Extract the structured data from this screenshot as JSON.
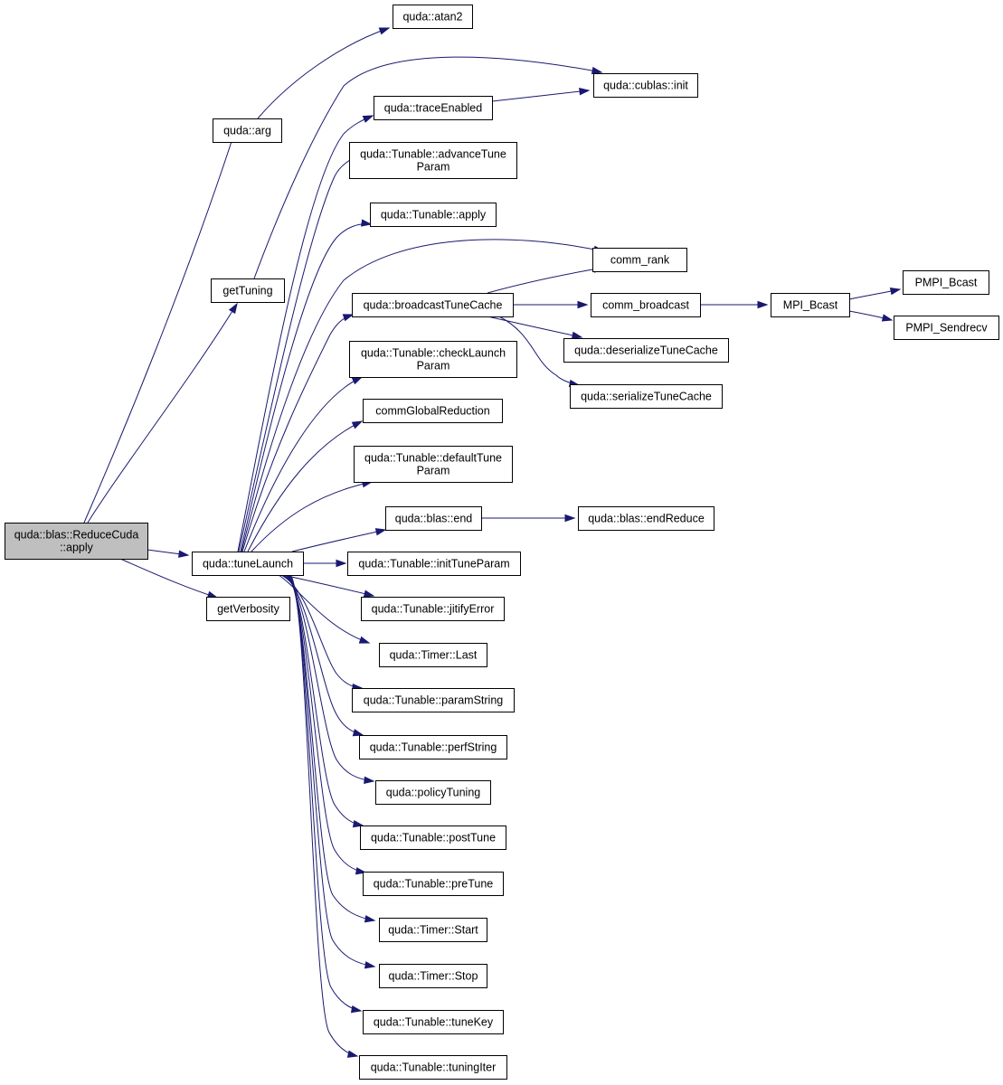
{
  "graph": {
    "root": "n_apply",
    "nodes": [
      {
        "id": "n_apply",
        "lines": [
          "quda::blas::ReduceCuda",
          "::apply"
        ],
        "highlight": true
      },
      {
        "id": "n_arg",
        "lines": [
          "quda::arg"
        ]
      },
      {
        "id": "n_atan2",
        "lines": [
          "quda::atan2"
        ]
      },
      {
        "id": "n_getTuning",
        "lines": [
          "getTuning"
        ]
      },
      {
        "id": "n_cublasinit",
        "lines": [
          "quda::cublas::init"
        ]
      },
      {
        "id": "n_tuneLaunch",
        "lines": [
          "quda::tuneLaunch"
        ]
      },
      {
        "id": "n_getVerbosity",
        "lines": [
          "getVerbosity"
        ]
      },
      {
        "id": "n_traceEnabled",
        "lines": [
          "quda::traceEnabled"
        ]
      },
      {
        "id": "n_advanceTuneParam",
        "lines": [
          "quda::Tunable::advanceTune",
          "Param"
        ]
      },
      {
        "id": "n_tunableApply",
        "lines": [
          "quda::Tunable::apply"
        ]
      },
      {
        "id": "n_broadcastTuneCache",
        "lines": [
          "quda::broadcastTuneCache"
        ]
      },
      {
        "id": "n_commRank",
        "lines": [
          "comm_rank"
        ]
      },
      {
        "id": "n_commBroadcast",
        "lines": [
          "comm_broadcast"
        ]
      },
      {
        "id": "n_mpiBcast",
        "lines": [
          "MPI_Bcast"
        ]
      },
      {
        "id": "n_pmpiBcast",
        "lines": [
          "PMPI_Bcast"
        ]
      },
      {
        "id": "n_pmpiSendrecv",
        "lines": [
          "PMPI_Sendrecv"
        ]
      },
      {
        "id": "n_deserialize",
        "lines": [
          "quda::deserializeTuneCache"
        ]
      },
      {
        "id": "n_serialize",
        "lines": [
          "quda::serializeTuneCache"
        ]
      },
      {
        "id": "n_checkLaunchParam",
        "lines": [
          "quda::Tunable::checkLaunch",
          "Param"
        ]
      },
      {
        "id": "n_commGlobalReduction",
        "lines": [
          "commGlobalReduction"
        ]
      },
      {
        "id": "n_defaultTuneParam",
        "lines": [
          "quda::Tunable::defaultTune",
          "Param"
        ]
      },
      {
        "id": "n_blasEnd",
        "lines": [
          "quda::blas::end"
        ]
      },
      {
        "id": "n_endReduce",
        "lines": [
          "quda::blas::endReduce"
        ]
      },
      {
        "id": "n_initTuneParam",
        "lines": [
          "quda::Tunable::initTuneParam"
        ]
      },
      {
        "id": "n_jitifyError",
        "lines": [
          "quda::Tunable::jitifyError"
        ]
      },
      {
        "id": "n_timerLast",
        "lines": [
          "quda::Timer::Last"
        ]
      },
      {
        "id": "n_paramString",
        "lines": [
          "quda::Tunable::paramString"
        ]
      },
      {
        "id": "n_perfString",
        "lines": [
          "quda::Tunable::perfString"
        ]
      },
      {
        "id": "n_policyTuning",
        "lines": [
          "quda::policyTuning"
        ]
      },
      {
        "id": "n_postTune",
        "lines": [
          "quda::Tunable::postTune"
        ]
      },
      {
        "id": "n_preTune",
        "lines": [
          "quda::Tunable::preTune"
        ]
      },
      {
        "id": "n_timerStart",
        "lines": [
          "quda::Timer::Start"
        ]
      },
      {
        "id": "n_timerStop",
        "lines": [
          "quda::Timer::Stop"
        ]
      },
      {
        "id": "n_tuneKey",
        "lines": [
          "quda::Tunable::tuneKey"
        ]
      },
      {
        "id": "n_tuningIter",
        "lines": [
          "quda::Tunable::tuningIter"
        ]
      }
    ],
    "edges": [
      {
        "from": "n_apply",
        "to": "n_arg"
      },
      {
        "from": "n_apply",
        "to": "n_getTuning"
      },
      {
        "from": "n_apply",
        "to": "n_tuneLaunch"
      },
      {
        "from": "n_apply",
        "to": "n_getVerbosity"
      },
      {
        "from": "n_arg",
        "to": "n_atan2"
      },
      {
        "from": "n_getTuning",
        "to": "n_cublasinit"
      },
      {
        "from": "n_traceEnabled",
        "to": "n_cublasinit"
      },
      {
        "from": "n_tuneLaunch",
        "to": "n_traceEnabled"
      },
      {
        "from": "n_tuneLaunch",
        "to": "n_advanceTuneParam"
      },
      {
        "from": "n_tuneLaunch",
        "to": "n_tunableApply"
      },
      {
        "from": "n_tuneLaunch",
        "to": "n_commRank"
      },
      {
        "from": "n_tuneLaunch",
        "to": "n_broadcastTuneCache"
      },
      {
        "from": "n_tuneLaunch",
        "to": "n_checkLaunchParam"
      },
      {
        "from": "n_tuneLaunch",
        "to": "n_commGlobalReduction"
      },
      {
        "from": "n_tuneLaunch",
        "to": "n_defaultTuneParam"
      },
      {
        "from": "n_tuneLaunch",
        "to": "n_blasEnd"
      },
      {
        "from": "n_tuneLaunch",
        "to": "n_initTuneParam"
      },
      {
        "from": "n_tuneLaunch",
        "to": "n_jitifyError"
      },
      {
        "from": "n_tuneLaunch",
        "to": "n_timerLast"
      },
      {
        "from": "n_tuneLaunch",
        "to": "n_paramString"
      },
      {
        "from": "n_tuneLaunch",
        "to": "n_perfString"
      },
      {
        "from": "n_tuneLaunch",
        "to": "n_policyTuning"
      },
      {
        "from": "n_tuneLaunch",
        "to": "n_postTune"
      },
      {
        "from": "n_tuneLaunch",
        "to": "n_preTune"
      },
      {
        "from": "n_tuneLaunch",
        "to": "n_timerStart"
      },
      {
        "from": "n_tuneLaunch",
        "to": "n_timerStop"
      },
      {
        "from": "n_tuneLaunch",
        "to": "n_tuneKey"
      },
      {
        "from": "n_tuneLaunch",
        "to": "n_tuningIter"
      },
      {
        "from": "n_broadcastTuneCache",
        "to": "n_commRank"
      },
      {
        "from": "n_broadcastTuneCache",
        "to": "n_commBroadcast"
      },
      {
        "from": "n_broadcastTuneCache",
        "to": "n_deserialize"
      },
      {
        "from": "n_broadcastTuneCache",
        "to": "n_serialize"
      },
      {
        "from": "n_blasEnd",
        "to": "n_endReduce"
      },
      {
        "from": "n_commBroadcast",
        "to": "n_mpiBcast"
      },
      {
        "from": "n_mpiBcast",
        "to": "n_pmpiBcast"
      },
      {
        "from": "n_mpiBcast",
        "to": "n_pmpiSendrecv"
      }
    ]
  }
}
